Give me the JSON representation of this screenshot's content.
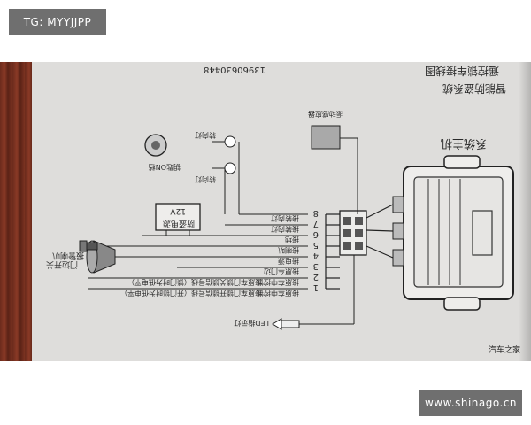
{
  "overlays": {
    "tg_label": "TG: MYYJJPP",
    "site_label": "www.shinago.cn"
  },
  "photo": {
    "watermark": "汽车之家"
  },
  "diagram": {
    "title_top": "遥控锁车接线图",
    "phone": "13960630448",
    "heading_left": "智能防盗系统",
    "host_label": "系统主机",
    "sensor_label": "振动感应器",
    "siren_label": "报警喇叭",
    "relay_label": "防盗电源",
    "relay_voltage": "12V",
    "door_switch_label": "门边开关",
    "turn_left_label": "转向灯",
    "turn_right_label": "转向灯",
    "key_label": "钥匙ON档",
    "led_label": "LED指示灯",
    "pins": [
      "1",
      "2",
      "3",
      "4",
      "5",
      "6",
      "7",
      "8"
    ],
    "wire_labels": [
      "接原车中控锁",
      "接原车中控锁",
      "接原车门边",
      "接电源",
      "接喇叭",
      "接地",
      "接转向灯",
      "接转向灯"
    ],
    "note_1": "接原车门锁开锁信号线（开门锁时为低电平）",
    "note_2": "接原车门锁关锁信号线（锁门时为低电平）"
  }
}
